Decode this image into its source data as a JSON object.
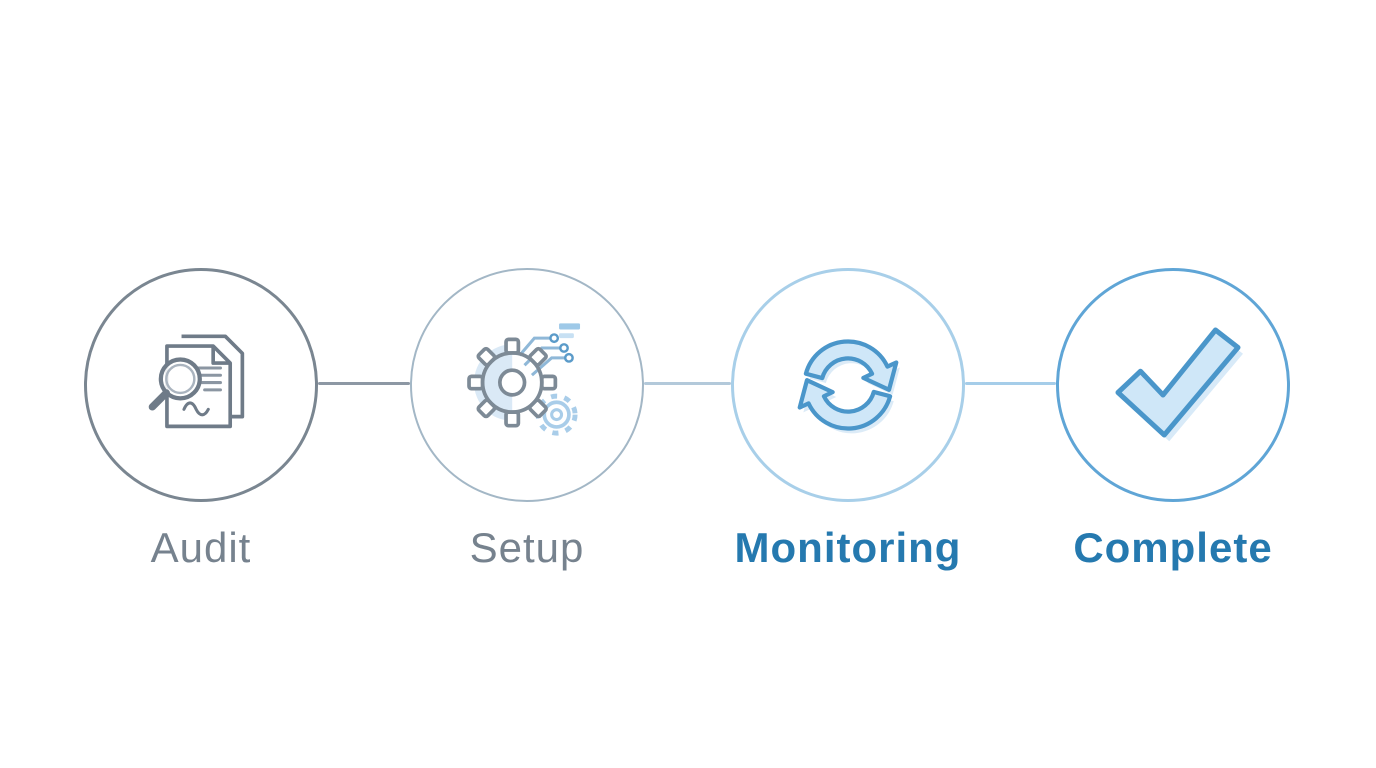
{
  "diagram": {
    "type": "process-flow",
    "background": "#ffffff",
    "steps": [
      {
        "id": "audit",
        "label": "Audit",
        "icon": "document-search-icon",
        "circle_border_color": "#7a8691",
        "label_color": "#76828e",
        "state": "neutral"
      },
      {
        "id": "setup",
        "label": "Setup",
        "icon": "gear-circuit-icon",
        "circle_border_color": "#a3b7c6",
        "label_color": "#76828e",
        "state": "neutral"
      },
      {
        "id": "monitoring",
        "label": "Monitoring",
        "icon": "sync-arrows-icon",
        "circle_border_color": "#a8cfe9",
        "label_color": "#2579af",
        "state": "active"
      },
      {
        "id": "complete",
        "label": "Complete",
        "icon": "checkmark-icon",
        "circle_border_color": "#5fa5d6",
        "label_color": "#2579af",
        "state": "active"
      }
    ],
    "connectors": [
      {
        "from": "audit",
        "to": "setup",
        "color": "#8d98a4"
      },
      {
        "from": "setup",
        "to": "monitoring",
        "color": "#b3c9da"
      },
      {
        "from": "monitoring",
        "to": "complete",
        "color": "#a5cde9"
      }
    ],
    "accent_blue": "#4a96ca",
    "light_blue_fill": "#cfe7f8",
    "gray": "#6f7b88"
  }
}
